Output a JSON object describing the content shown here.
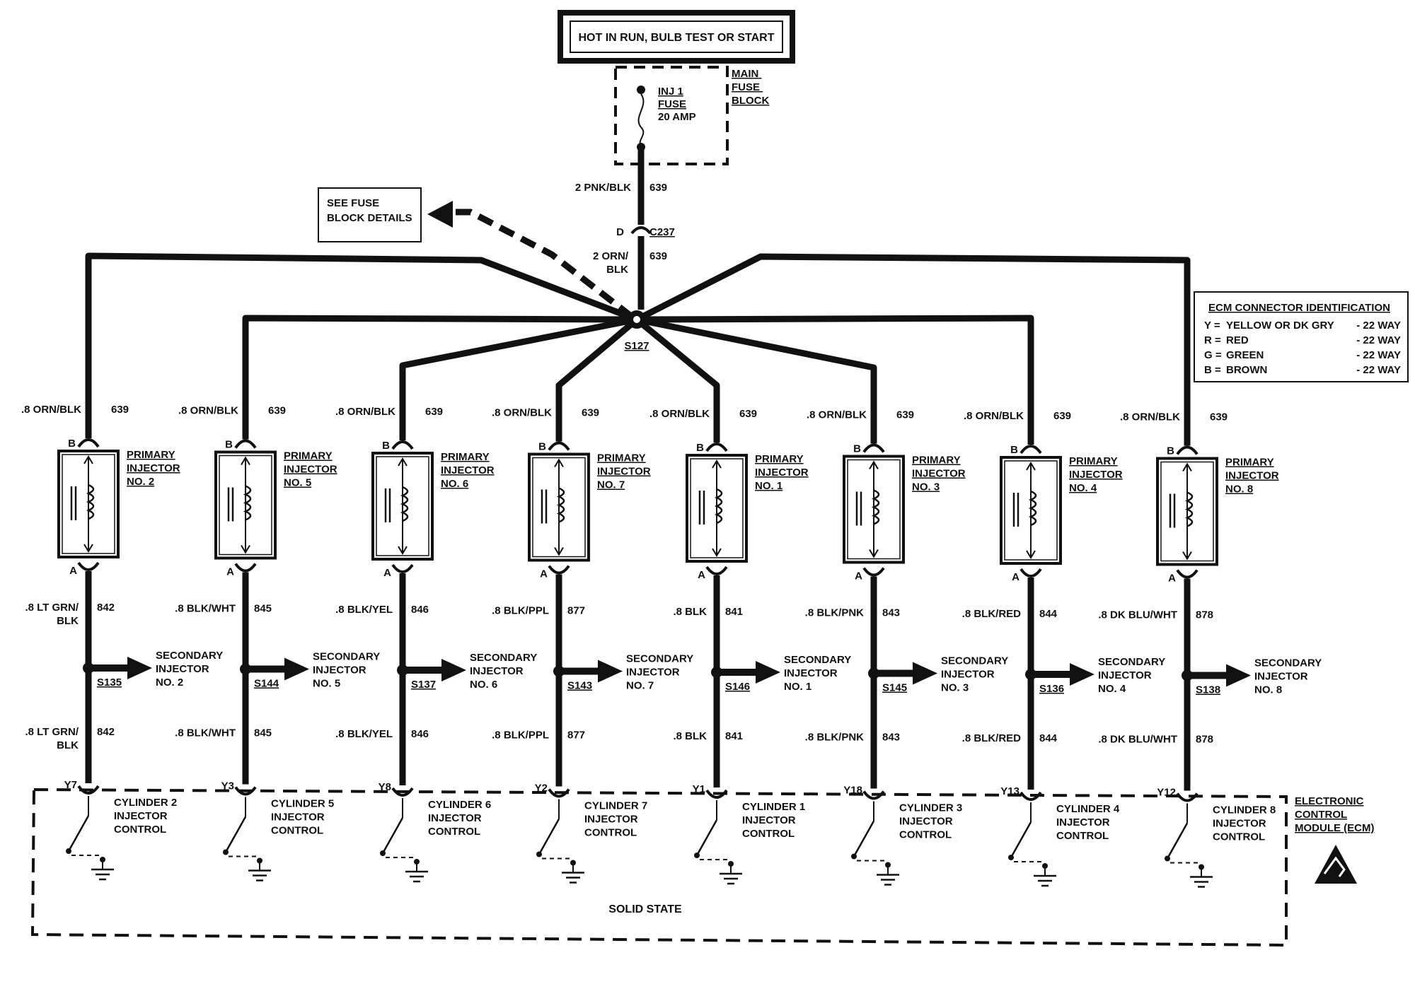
{
  "header": {
    "title": "HOT IN RUN, BULB TEST OR START"
  },
  "fuse_block": {
    "label": "MAIN FUSE BLOCK",
    "fuse_name": "INJ 1",
    "fuse_word": "FUSE",
    "fuse_rating": "20 AMP"
  },
  "feed": {
    "upper_wire_gauge": "2 PNK/BLK",
    "upper_wire_circuit": "639",
    "connector_pin": "D",
    "connector_id": "C237",
    "lower_wire_gauge_line1": "2 ORN/",
    "lower_wire_gauge_line2": "BLK",
    "lower_wire_circuit": "639",
    "splice_id": "S127"
  },
  "see_fuse_note": {
    "line1": "SEE FUSE",
    "line2": "BLOCK DETAILS"
  },
  "ecm_id": {
    "title": "ECM CONNECTOR IDENTIFICATION",
    "rows": [
      {
        "code": "Y =",
        "name": "YELLOW OR DK GRY",
        "ways": "- 22 WAY"
      },
      {
        "code": "R =",
        "name": "RED",
        "ways": "- 22 WAY"
      },
      {
        "code": "G =",
        "name": "GREEN",
        "ways": "- 22 WAY"
      },
      {
        "code": "B =",
        "name": "BROWN",
        "ways": "- 22 WAY"
      }
    ]
  },
  "injectors": [
    {
      "feed_wire": ".8 ORN/BLK",
      "feed_circuit": "639",
      "pin_b": "B",
      "pin_a": "A",
      "name_line1": "PRIMARY",
      "name_line2": "INJECTOR",
      "name_line3": "NO. 2",
      "out_wire_l1": ".8 LT GRN/",
      "out_wire_l2": "BLK",
      "out_circuit": "842",
      "splice": "S135",
      "sec_line1": "SECONDARY",
      "sec_line2": "INJECTOR",
      "sec_line3": "NO. 2",
      "low_wire_l1": ".8 LT GRN/",
      "low_wire_l2": "BLK",
      "low_circuit": "842",
      "ecm_pin": "Y7",
      "ctrl_line1": "CYLINDER 2",
      "ctrl_line2": "INJECTOR",
      "ctrl_line3": "CONTROL"
    },
    {
      "feed_wire": ".8 ORN/BLK",
      "feed_circuit": "639",
      "pin_b": "B",
      "pin_a": "A",
      "name_line1": "PRIMARY",
      "name_line2": "INJECTOR",
      "name_line3": "NO. 5",
      "out_wire_l1": ".8 BLK/WHT",
      "out_wire_l2": "",
      "out_circuit": "845",
      "splice": "S144",
      "sec_line1": "SECONDARY",
      "sec_line2": "INJECTOR",
      "sec_line3": "NO. 5",
      "low_wire_l1": ".8 BLK/WHT",
      "low_wire_l2": "",
      "low_circuit": "845",
      "ecm_pin": "Y3",
      "ctrl_line1": "CYLINDER 5",
      "ctrl_line2": "INJECTOR",
      "ctrl_line3": "CONTROL"
    },
    {
      "feed_wire": ".8 ORN/BLK",
      "feed_circuit": "639",
      "pin_b": "B",
      "pin_a": "A",
      "name_line1": "PRIMARY",
      "name_line2": "INJECTOR",
      "name_line3": "NO. 6",
      "out_wire_l1": ".8 BLK/YEL",
      "out_wire_l2": "",
      "out_circuit": "846",
      "splice": "S137",
      "sec_line1": "SECONDARY",
      "sec_line2": "INJECTOR",
      "sec_line3": "NO. 6",
      "low_wire_l1": ".8 BLK/YEL",
      "low_wire_l2": "",
      "low_circuit": "846",
      "ecm_pin": "Y8",
      "ctrl_line1": "CYLINDER 6",
      "ctrl_line2": "INJECTOR",
      "ctrl_line3": "CONTROL"
    },
    {
      "feed_wire": ".8 ORN/BLK",
      "feed_circuit": "639",
      "pin_b": "B",
      "pin_a": "A",
      "name_line1": "PRIMARY",
      "name_line2": "INJECTOR",
      "name_line3": "NO. 7",
      "out_wire_l1": ".8 BLK/PPL",
      "out_wire_l2": "",
      "out_circuit": "877",
      "splice": "S143",
      "sec_line1": "SECONDARY",
      "sec_line2": "INJECTOR",
      "sec_line3": "NO. 7",
      "low_wire_l1": ".8 BLK/PPL",
      "low_wire_l2": "",
      "low_circuit": "877",
      "ecm_pin": "Y2",
      "ctrl_line1": "CYLINDER 7",
      "ctrl_line2": "INJECTOR",
      "ctrl_line3": "CONTROL"
    },
    {
      "feed_wire": ".8 ORN/BLK",
      "feed_circuit": "639",
      "pin_b": "B",
      "pin_a": "A",
      "name_line1": "PRIMARY",
      "name_line2": "INJECTOR",
      "name_line3": "NO. 1",
      "out_wire_l1": ".8 BLK",
      "out_wire_l2": "",
      "out_circuit": "841",
      "splice": "S146",
      "sec_line1": "SECONDARY",
      "sec_line2": "INJECTOR",
      "sec_line3": "NO. 1",
      "low_wire_l1": ".8 BLK",
      "low_wire_l2": "",
      "low_circuit": "841",
      "ecm_pin": "Y1",
      "ctrl_line1": "CYLINDER 1",
      "ctrl_line2": "INJECTOR",
      "ctrl_line3": "CONTROL"
    },
    {
      "feed_wire": ".8 ORN/BLK",
      "feed_circuit": "639",
      "pin_b": "B",
      "pin_a": "A",
      "name_line1": "PRIMARY",
      "name_line2": "INJECTOR",
      "name_line3": "NO. 3",
      "out_wire_l1": ".8 BLK/PNK",
      "out_wire_l2": "",
      "out_circuit": "843",
      "splice": "S145",
      "sec_line1": "SECONDARY",
      "sec_line2": "INJECTOR",
      "sec_line3": "NO. 3",
      "low_wire_l1": ".8 BLK/PNK",
      "low_wire_l2": "",
      "low_circuit": "843",
      "ecm_pin": "Y18",
      "ctrl_line1": "CYLINDER 3",
      "ctrl_line2": "INJECTOR",
      "ctrl_line3": "CONTROL"
    },
    {
      "feed_wire": ".8 ORN/BLK",
      "feed_circuit": "639",
      "pin_b": "B",
      "pin_a": "A",
      "name_line1": "PRIMARY",
      "name_line2": "INJECTOR",
      "name_line3": "NO. 4",
      "out_wire_l1": ".8 BLK/RED",
      "out_wire_l2": "",
      "out_circuit": "844",
      "splice": "S136",
      "sec_line1": "SECONDARY",
      "sec_line2": "INJECTOR",
      "sec_line3": "NO. 4",
      "low_wire_l1": ".8 BLK/RED",
      "low_wire_l2": "",
      "low_circuit": "844",
      "ecm_pin": "Y13",
      "ctrl_line1": "CYLINDER 4",
      "ctrl_line2": "INJECTOR",
      "ctrl_line3": "CONTROL"
    },
    {
      "feed_wire": ".8 ORN/BLK",
      "feed_circuit": "639",
      "pin_b": "B",
      "pin_a": "A",
      "name_line1": "PRIMARY",
      "name_line2": "INJECTOR",
      "name_line3": "NO. 8",
      "out_wire_l1": ".8 DK BLU/WHT",
      "out_wire_l2": "",
      "out_circuit": "878",
      "splice": "S138",
      "sec_line1": "SECONDARY",
      "sec_line2": "INJECTOR",
      "sec_line3": "NO. 8",
      "low_wire_l1": ".8 DK BLU/WHT",
      "low_wire_l2": "",
      "low_circuit": "878",
      "ecm_pin": "Y12",
      "ctrl_line1": "CYLINDER 8",
      "ctrl_line2": "INJECTOR",
      "ctrl_line3": "CONTROL"
    }
  ],
  "ecm": {
    "label_line1": "ELECTRONIC",
    "label_line2": "CONTROL",
    "label_line3": "MODULE (ECM)",
    "solid_state": "SOLID STATE",
    "esd_icon": "esd-warning-icon"
  }
}
